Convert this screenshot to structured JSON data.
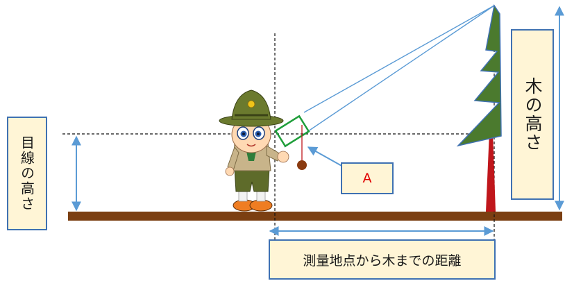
{
  "labels": {
    "eye_height": "目線の高さ",
    "tree_height": "木の高さ",
    "distance": "測量地点から木までの距離",
    "point_a": "A"
  },
  "colors": {
    "ground": "#7b3f12",
    "foliage": "#4b7a2e",
    "trunk": "#c0161b",
    "label_fill": "#fff5d6",
    "label_border": "#3f71b2",
    "arrow": "#5b9bd5",
    "sight_line": "#5b9bd5",
    "instrument": "#1f9e3a",
    "point_a_text": "#e00000"
  },
  "icons": [
    "scout-figure-icon",
    "tree-icon",
    "clinometer-icon",
    "plumb-bob-icon"
  ]
}
